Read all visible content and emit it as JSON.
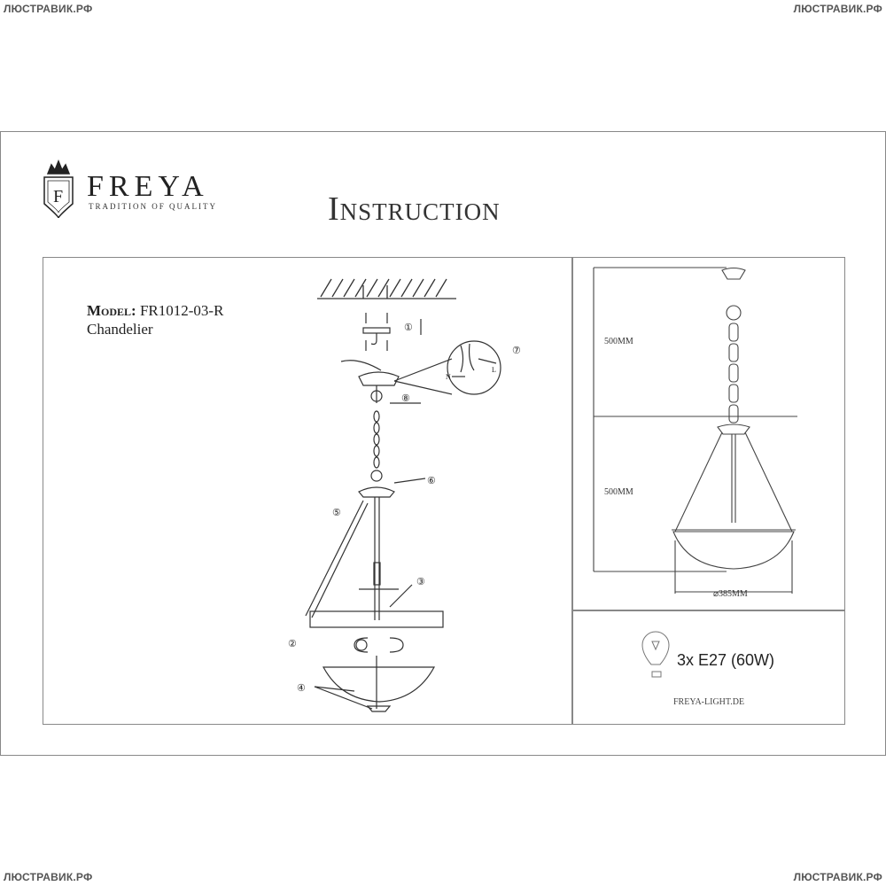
{
  "watermarks": {
    "top_left": "ЛЮСТРАВИК.РФ",
    "top_right": "ЛЮСТРАВИК.РФ",
    "bottom_left": "ЛЮСТРАВИК.РФ",
    "bottom_right": "ЛЮСТРАВИК.РФ"
  },
  "logo": {
    "brand": "FREYA",
    "tagline": "TRADITION OF QUALITY",
    "emblem_letter": "F"
  },
  "title": "Instruction",
  "model": {
    "label": "Model:",
    "value": "FR1012-03-R",
    "type": "Chandelier"
  },
  "steps": [
    "①",
    "②",
    "③",
    "④",
    "⑤",
    "⑥",
    "⑦",
    "⑧"
  ],
  "wiring": {
    "live": "L",
    "neutral": "N"
  },
  "dimensions": {
    "top_height": "500MM",
    "bottom_height": "500MM",
    "diameter": "⌀385MM"
  },
  "spec": {
    "bulb_icon": "light-bulb-icon",
    "text": "3x E27 (60W)"
  },
  "website": "FREYA-LIGHT.DE"
}
